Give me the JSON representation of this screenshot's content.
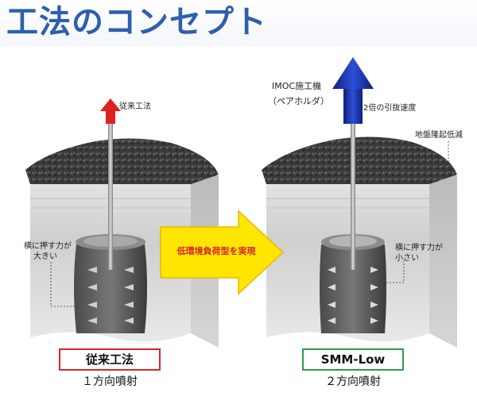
{
  "title": "工法のコンセプト",
  "left": {
    "top_label": "従来工法",
    "side_label_line1": "横に押す力が",
    "side_label_line2": "大きい",
    "method_name": "従来工法",
    "jet_type": "１方向噴射",
    "arrow_color": "#e01f1f",
    "box_color": "#d8262c"
  },
  "right": {
    "machine_label": "IMOC施工機",
    "machine_sub": "（ペアホルダ）",
    "speed_label": "2倍の引抜速度",
    "ground_label": "地盤隆起低減",
    "side_label_line1": "横に押す力が",
    "side_label_line2": "小さい",
    "method_name": "SMM-Low",
    "jet_type": "２方向噴射",
    "arrow_color": "#1b2f8f",
    "box_color": "#2e9a4a"
  },
  "center_arrow": {
    "text": "低環境負荷型を実現",
    "fill": "#ffe600",
    "text_color": "#d8262c"
  }
}
